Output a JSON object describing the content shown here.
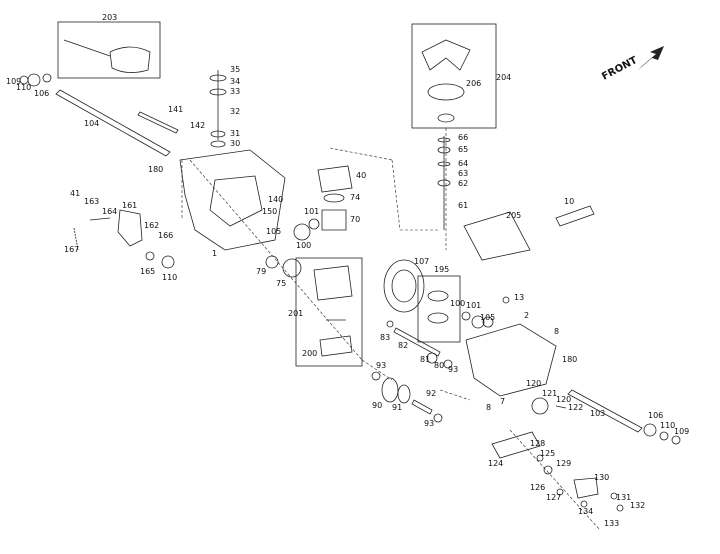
{
  "diagram": {
    "front_label": "FRONT",
    "callouts": [
      "1",
      "2",
      "7",
      "8",
      "10",
      "13",
      "30",
      "31",
      "32",
      "33",
      "34",
      "35",
      "40",
      "41",
      "61",
      "62",
      "63",
      "64",
      "65",
      "66",
      "70",
      "74",
      "75",
      "79",
      "80",
      "81",
      "82",
      "83",
      "90",
      "91",
      "92",
      "93",
      "100",
      "101",
      "103",
      "104",
      "105",
      "106",
      "107",
      "109",
      "110",
      "120",
      "121",
      "122",
      "124",
      "125",
      "126",
      "127",
      "128",
      "129",
      "130",
      "131",
      "132",
      "133",
      "134",
      "140",
      "141",
      "142",
      "150",
      "161",
      "162",
      "163",
      "164",
      "165",
      "166",
      "167",
      "180",
      "195",
      "200",
      "201",
      "203",
      "204",
      "205",
      "206"
    ]
  }
}
